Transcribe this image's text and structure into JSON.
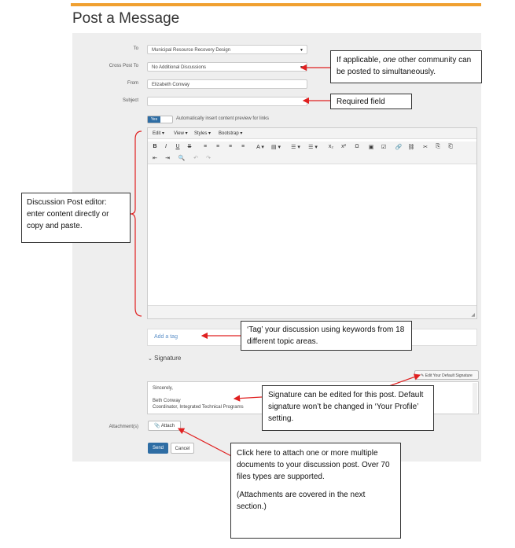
{
  "page": {
    "title": "Post a Message"
  },
  "form": {
    "to": {
      "label": "To",
      "value": "Municipal Resource Recovery Design"
    },
    "cross_post": {
      "label": "Cross Post To",
      "value": "No Additional Discussions"
    },
    "from": {
      "label": "From",
      "value": "Elizabeth Conway"
    },
    "subject": {
      "label": "Subject",
      "value": ""
    },
    "preview_toggle": {
      "state": "Yes",
      "text": "Automatically insert content preview for links"
    }
  },
  "editor": {
    "menus": [
      "Edit ▾",
      "View ▾",
      "Styles ▾",
      "Bootstrap ▾"
    ],
    "toolbar_row1": [
      "B",
      "I",
      "U",
      "S",
      "≡",
      "≡",
      "≡",
      "≡",
      "A ▾",
      "▤ ▾",
      "☰ ▾",
      "☰ ▾",
      "x₂",
      "x²",
      "Ω",
      "▣",
      "☑",
      "🔗",
      "⛓",
      "✂",
      "⎘",
      "⎗"
    ],
    "toolbar_row2": [
      "⇤",
      "⇥",
      "🔍",
      "↶",
      "↷"
    ]
  },
  "tags": {
    "placeholder": "Add a tag"
  },
  "signature": {
    "heading": "Signature",
    "edit_button": "Edit Your Default Signature",
    "lines": [
      "Sincerely,",
      "",
      "Beth Conway",
      "Coordinator, Integrated Technical Programs"
    ]
  },
  "attachments": {
    "label": "Attachment(s)",
    "button": "Attach"
  },
  "actions": {
    "send": "Send",
    "cancel": "Cancel"
  },
  "callouts": {
    "cross_post_pre": "If applicable, ",
    "cross_post_em": "one",
    "cross_post_post": " other community can be posted to simultaneously.",
    "subject": "Required field",
    "editor": "Discussion Post editor: enter content directly or copy and paste.",
    "tags": "‘Tag’ your discussion using keywords from 18 different topic areas.",
    "signature": "Signature can be edited for this post. Default signature won’t be changed in ‘Your Profile’ setting.",
    "attach_p1": "Click here to attach one or more multiple documents to your discussion post. Over 70 files types are supported.",
    "attach_p2": "(Attachments are covered in the next section.)"
  },
  "colors": {
    "accent_bar": "#f0a030",
    "primary_button": "#2e6da4",
    "arrow": "#e02020"
  }
}
